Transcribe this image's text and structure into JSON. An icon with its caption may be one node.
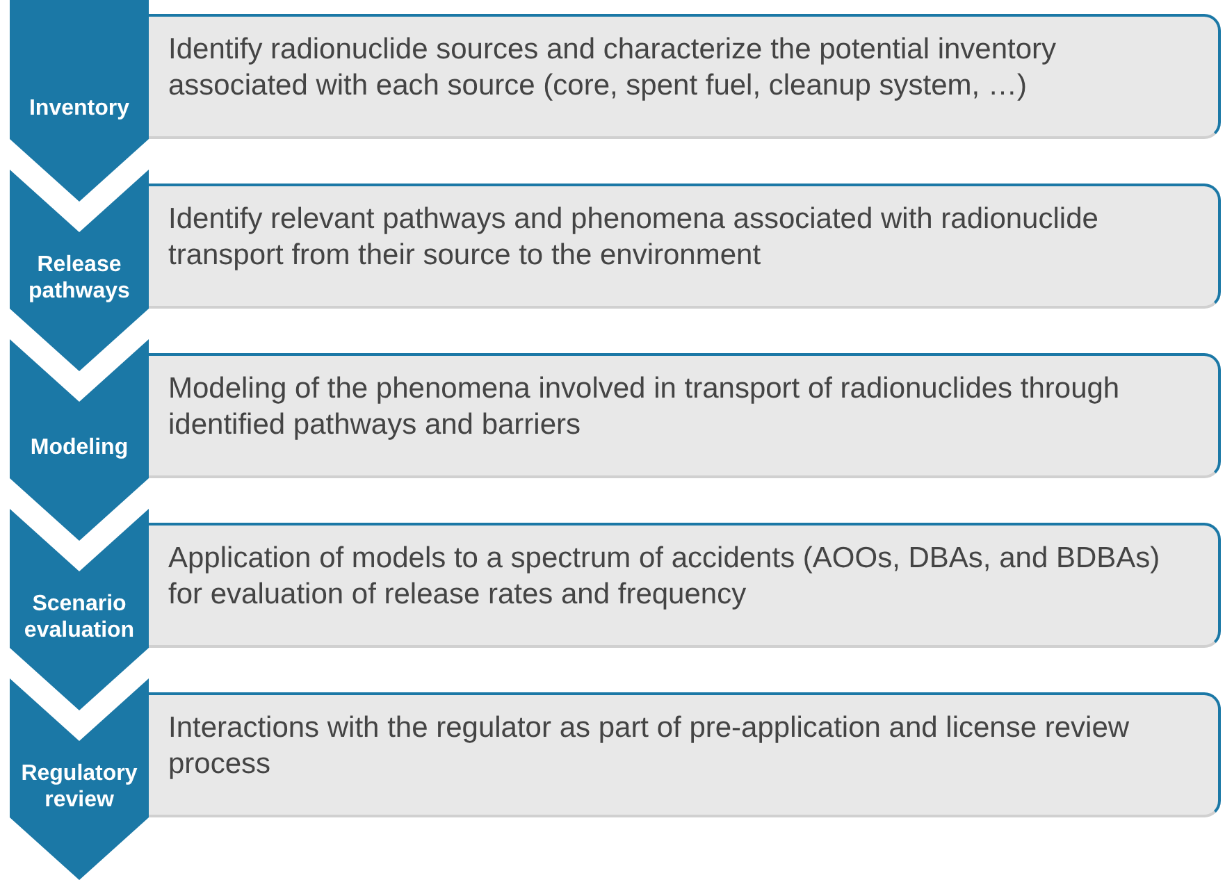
{
  "diagram": {
    "nodes": [
      {
        "text": [
          "Inventory"
        ]
      },
      {
        "text": [
          "Identify radionuclide sources and characterize the potential inventory associated with each source (core, spent fuel, cleanup system, …)"
        ]
      },
      {
        "text": [
          "Release pathways"
        ]
      },
      {
        "text": [
          "Identify relevant pathways and phenomena associated with radionuclide transport from their source to the environment"
        ]
      },
      {
        "text": [
          "Modeling"
        ]
      },
      {
        "text": [
          "Modeling of the phenomena involved in transport of radionuclides through identified pathways and barriers"
        ]
      },
      {
        "text": [
          "Scenario evaluation"
        ]
      },
      {
        "text": [
          "Application of models to a spectrum of accidents (AOOs, DBAs, and BDBAs) for evaluation of release rates and frequency"
        ]
      },
      {
        "text": [
          "Regulatory review"
        ]
      },
      {
        "text": [
          "Interactions with the regulator as part of pre-application and license review process"
        ]
      }
    ]
  }
}
